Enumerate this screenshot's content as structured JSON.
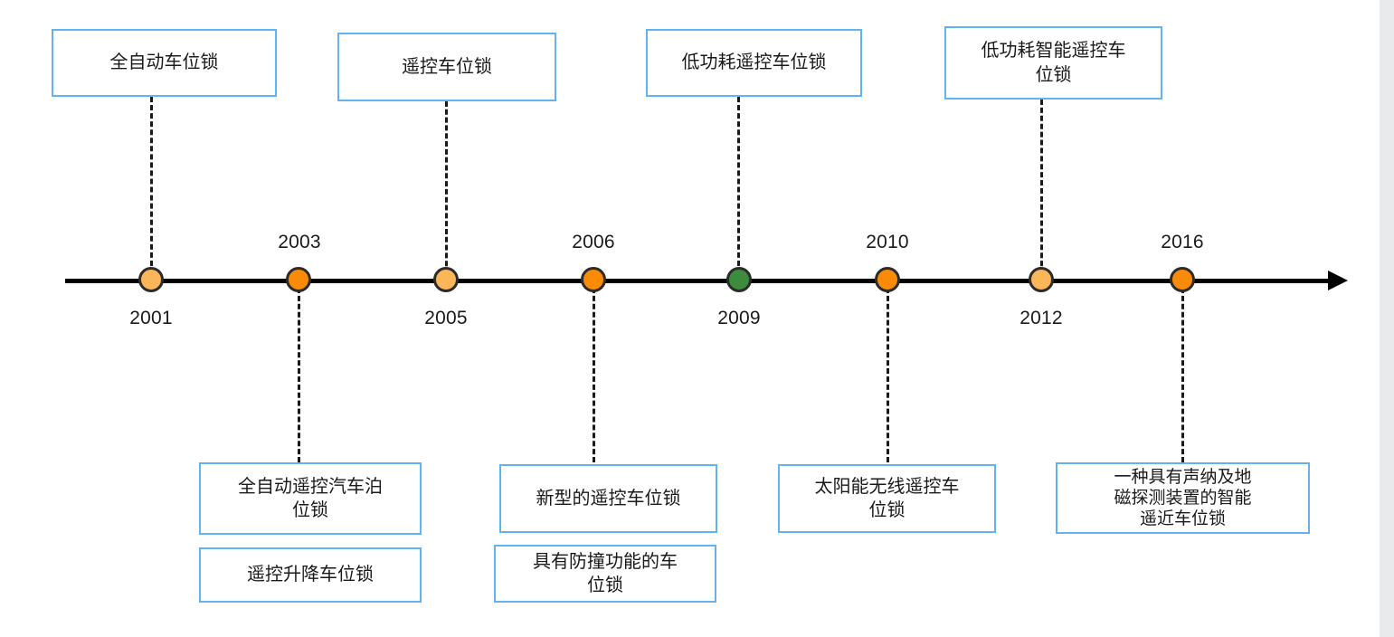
{
  "diagram": {
    "type": "timeline",
    "title": "",
    "axis": {
      "direction": "left-to-right",
      "arrow": "right-arrow-icon",
      "color": "#000000"
    },
    "colors": {
      "node_light_orange": "#fbb659",
      "node_orange": "#f98b09",
      "node_green": "#3d8b3d",
      "node_stroke": "#2b2b2b",
      "box_border": "#63b3f2",
      "connector": "#1a1a1a",
      "text": "#1a1a1a",
      "gutter": "#e8eaec"
    },
    "nodes": [
      {
        "year": "2001",
        "color_key": "node_light_orange",
        "label_side": "below"
      },
      {
        "year": "2003",
        "color_key": "node_orange",
        "label_side": "above"
      },
      {
        "year": "2005",
        "color_key": "node_light_orange",
        "label_side": "below"
      },
      {
        "year": "2006",
        "color_key": "node_orange",
        "label_side": "above"
      },
      {
        "year": "2009",
        "color_key": "node_green",
        "label_side": "below"
      },
      {
        "year": "2010",
        "color_key": "node_orange",
        "label_side": "above"
      },
      {
        "year": "2012",
        "color_key": "node_light_orange",
        "label_side": "below"
      },
      {
        "year": "2016",
        "color_key": "node_orange",
        "label_side": "above"
      }
    ],
    "events_above": [
      {
        "year": "2001",
        "text": "全自动车位锁"
      },
      {
        "year": "2005",
        "text": "遥控车位锁"
      },
      {
        "year": "2009",
        "text": "低功耗遥控车位锁"
      },
      {
        "year": "2012",
        "text": "低功耗智能遥控车\n位锁"
      }
    ],
    "events_below": [
      {
        "year": "2003",
        "text": "全自动遥控汽车泊\n位锁"
      },
      {
        "year": "2003",
        "text": "遥控升降车位锁"
      },
      {
        "year": "2006",
        "text": "新型的遥控车位锁"
      },
      {
        "year": "2006",
        "text": "具有防撞功能的车\n位锁"
      },
      {
        "year": "2010",
        "text": "太阳能无线遥控车\n位锁"
      },
      {
        "year": "2016",
        "text": "一种具有声纳及地\n磁探测装置的智能\n遥近车位锁"
      }
    ]
  }
}
